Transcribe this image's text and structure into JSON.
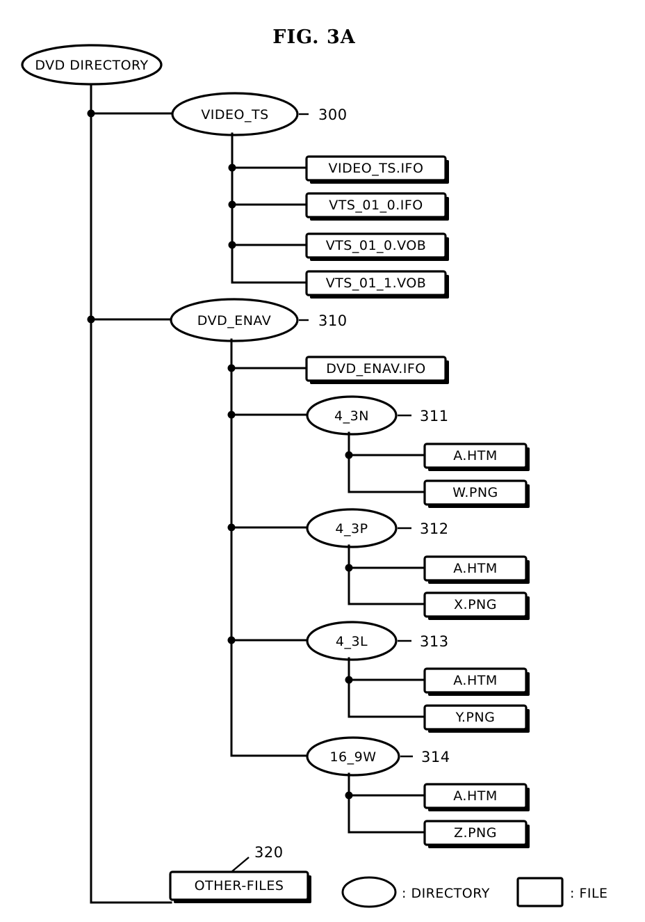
{
  "figure": {
    "title": "FIG. 3A"
  },
  "root": {
    "label": "DVD DIRECTORY",
    "type": "directory"
  },
  "nodes": {
    "video_ts": {
      "label": "VIDEO_TS",
      "ref": "300",
      "type": "directory",
      "files": [
        {
          "label": "VIDEO_TS.IFO",
          "type": "file"
        },
        {
          "label": "VTS_01_0.IFO",
          "type": "file"
        },
        {
          "label": "VTS_01_0.VOB",
          "type": "file"
        },
        {
          "label": "VTS_01_1.VOB",
          "type": "file"
        }
      ]
    },
    "dvd_enav": {
      "label": "DVD_ENAV",
      "ref": "310",
      "type": "directory",
      "file": {
        "label": "DVD_ENAV.IFO",
        "type": "file"
      },
      "subdirs": [
        {
          "label": "4_3N",
          "ref": "311",
          "type": "directory",
          "files": [
            {
              "label": "A.HTM",
              "type": "file"
            },
            {
              "label": "W.PNG",
              "type": "file"
            }
          ]
        },
        {
          "label": "4_3P",
          "ref": "312",
          "type": "directory",
          "files": [
            {
              "label": "A.HTM",
              "type": "file"
            },
            {
              "label": "X.PNG",
              "type": "file"
            }
          ]
        },
        {
          "label": "4_3L",
          "ref": "313",
          "type": "directory",
          "files": [
            {
              "label": "A.HTM",
              "type": "file"
            },
            {
              "label": "Y.PNG",
              "type": "file"
            }
          ]
        },
        {
          "label": "16_9W",
          "ref": "314",
          "type": "directory",
          "files": [
            {
              "label": "A.HTM",
              "type": "file"
            },
            {
              "label": "Z.PNG",
              "type": "file"
            }
          ]
        }
      ]
    },
    "other_files": {
      "label": "OTHER-FILES",
      "ref": "320",
      "type": "file"
    }
  },
  "legend": {
    "directory": ": DIRECTORY",
    "file": ": FILE"
  },
  "colors": {
    "ink": "#000000",
    "paper": "#ffffff"
  }
}
